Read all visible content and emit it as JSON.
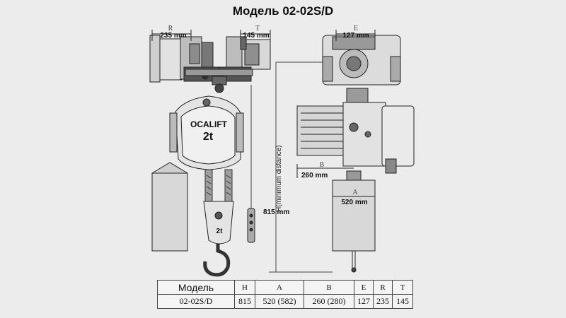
{
  "title": "Модель 02-02S/D",
  "dimensions": {
    "r": {
      "letter": "R",
      "value": "235 mm"
    },
    "t": {
      "letter": "T",
      "value": "145 mm"
    },
    "e": {
      "letter": "E",
      "value": "127 mm"
    },
    "b": {
      "letter": "B",
      "value": "260 mm"
    },
    "a": {
      "letter": "A",
      "value": "520 mm"
    },
    "h": {
      "value": "815 mm",
      "label": "H(minimum distance)"
    }
  },
  "hoist": {
    "brand": "OCALIFT",
    "capacity": "2t",
    "hook_capacity": "2t"
  },
  "table": {
    "headers": [
      "Модель",
      "H",
      "A",
      "B",
      "E",
      "R",
      "T"
    ],
    "rows": [
      [
        "02-02S/D",
        "815",
        "520 (582)",
        "260 (280)",
        "127",
        "235",
        "145"
      ]
    ]
  }
}
